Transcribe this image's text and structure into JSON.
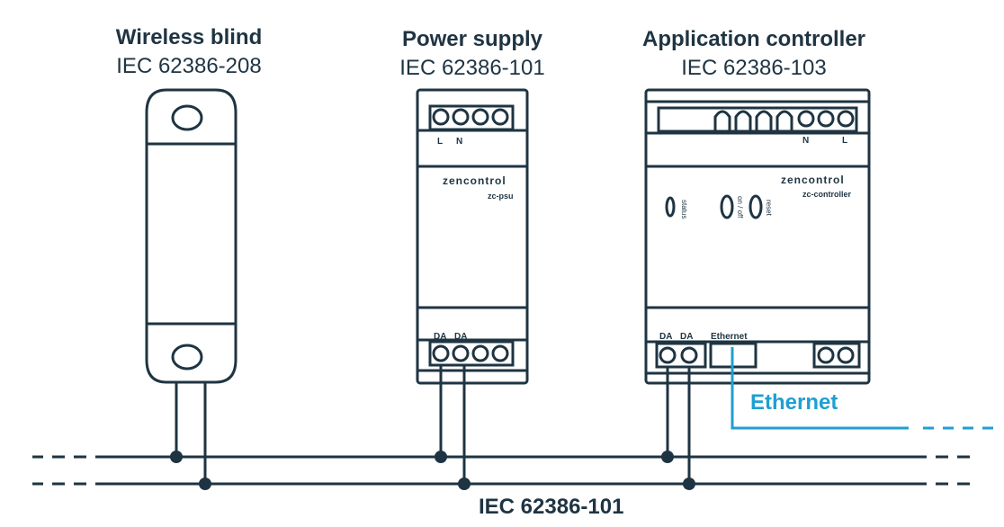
{
  "devices": {
    "blind": {
      "title": "Wireless blind",
      "standard": "IEC 62386-208"
    },
    "psu": {
      "title": "Power supply",
      "standard": "IEC 62386-101",
      "brand": "zencontrol",
      "model": "zc-psu",
      "top_terminals": [
        "L",
        "N"
      ],
      "bottom_terminals": [
        "DA",
        "DA"
      ]
    },
    "controller": {
      "title": "Application controller",
      "standard": "IEC 62386-103",
      "brand": "zencontrol",
      "model": "zc-controller",
      "top_terminals": [
        "N",
        "L"
      ],
      "bottom_terminals": [
        "DA",
        "DA",
        "Ethernet"
      ],
      "indicators": [
        "status",
        "on / off",
        "reset"
      ]
    }
  },
  "ethernet_label": "Ethernet",
  "bus_label": "IEC 62386-101",
  "colors": {
    "ink": "#1f3442",
    "ethernet": "#1f9fd1"
  }
}
